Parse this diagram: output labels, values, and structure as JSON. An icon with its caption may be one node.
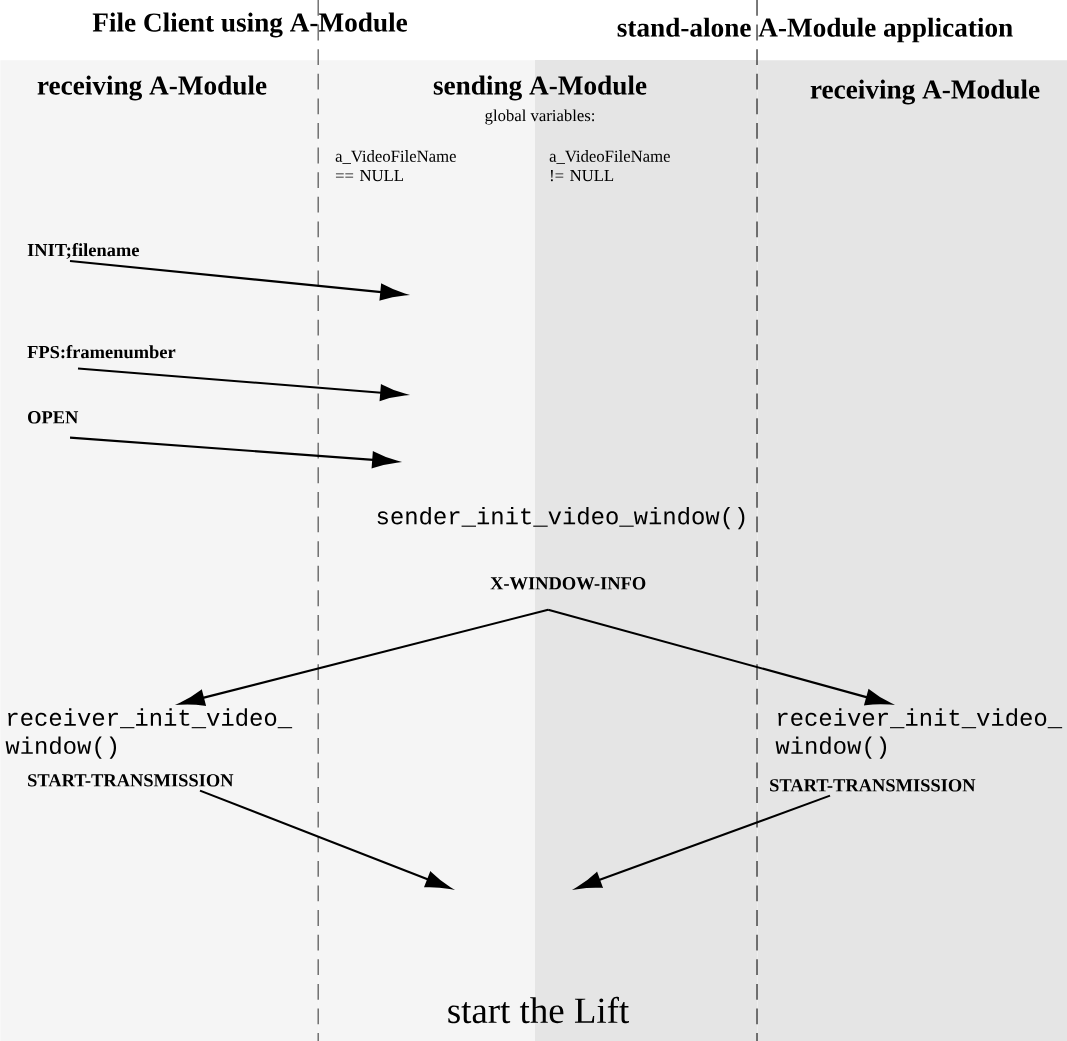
{
  "diagram": {
    "nodes": [
      {
        "text": [
          "receiving A-Module"
        ]
      },
      {
        "text": [
          "sending A-Module",
          "global variables:"
        ]
      },
      {
        "text": [
          "receiving A-Module"
        ]
      },
      {
        "text": [
          "INIT;filename"
        ],
        "in": 0
      },
      {
        "text": [
          "FPS:framenumber"
        ],
        "in": 0
      },
      {
        "text": [
          "OPEN"
        ],
        "in": 0
      },
      {
        "text": [
          "X-WINDOW-INFO"
        ],
        "in": 1
      },
      {
        "text": [
          "receiver_init_video_ window()"
        ],
        "in": 0
      },
      {
        "text": [
          "receiver_init_video_ window()"
        ],
        "in": 2
      },
      {
        "text": [
          "START-TRANSMISSION"
        ],
        "in": 0
      },
      {
        "text": [
          "START-TRANSMISSION"
        ],
        "in": 2
      }
    ],
    "edges": [
      {
        "from": 3,
        "to": null,
        "arrow": "to"
      },
      {
        "from": 4,
        "to": null,
        "arrow": "to"
      },
      {
        "from": 5,
        "to": null,
        "arrow": "to"
      },
      {
        "from": 6,
        "to": 7,
        "arrow": "to"
      },
      {
        "from": 6,
        "to": 8,
        "arrow": "to"
      },
      {
        "from": 9,
        "to": null,
        "arrow": "to"
      },
      {
        "from": 10,
        "to": null,
        "arrow": "to"
      }
    ],
    "labels": [
      "File Client using A-Module",
      "stand-alone A-Module application",
      "a_VideoFileName == NULL",
      "a_VideoFileName != NULL",
      "sender_init_video_window()",
      "start the Lift"
    ]
  }
}
